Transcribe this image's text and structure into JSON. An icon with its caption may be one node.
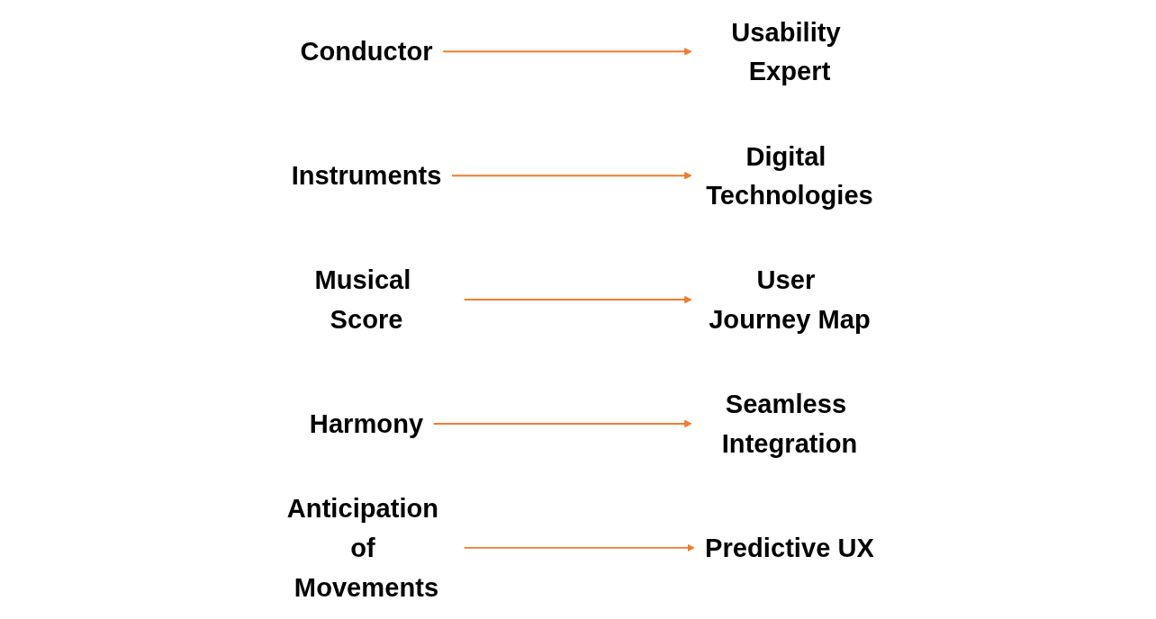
{
  "diagram": {
    "nodes": [
      {
        "text": [
          "Conductor"
        ]
      },
      {
        "text": [
          "Usability Expert"
        ]
      },
      {
        "text": [
          "Instruments"
        ]
      },
      {
        "text": [
          "Digital Technologies"
        ]
      },
      {
        "text": [
          "Musical Score"
        ]
      },
      {
        "text": [
          "User Journey Map"
        ]
      },
      {
        "text": [
          "Harmony"
        ]
      },
      {
        "text": [
          "Seamless Integration"
        ]
      },
      {
        "text": [
          "Anticipation of Movements"
        ]
      },
      {
        "text": [
          "Predictive UX"
        ]
      }
    ],
    "edges": [
      {
        "from": 0,
        "to": 1,
        "arrow": "to"
      },
      {
        "from": 2,
        "to": 3,
        "arrow": "to"
      },
      {
        "from": 4,
        "to": 5,
        "arrow": "to"
      },
      {
        "from": 6,
        "to": 7,
        "arrow": "to"
      },
      {
        "from": 8,
        "to": 9,
        "arrow": "to"
      }
    ]
  }
}
